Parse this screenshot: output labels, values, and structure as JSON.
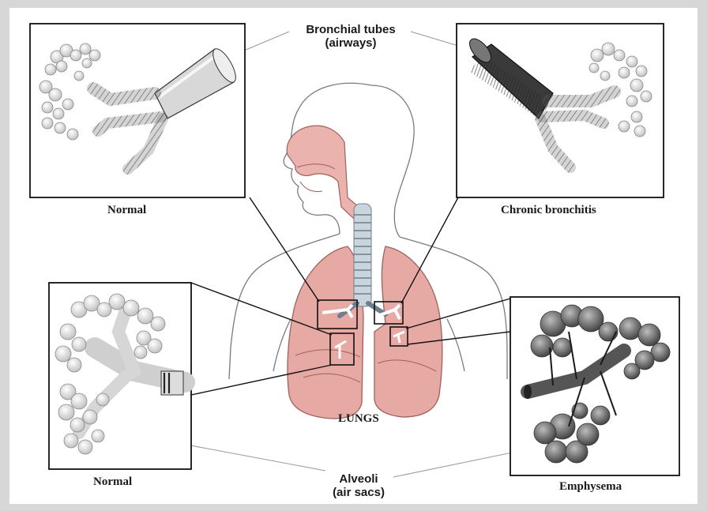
{
  "labels": {
    "bronchial_title": "Bronchial tubes",
    "bronchial_sub": "(airways)",
    "normal_airway": "Normal",
    "chronic": "Chronic bronchitis",
    "normal_alveoli": "Normal",
    "emphysema": "Emphysema",
    "lungs": "LUNGS",
    "alveoli_title": "Alveoli",
    "alveoli_sub": "(air sacs)"
  },
  "colors": {
    "lung_fill": "#e6a9a4",
    "lung_stroke": "#a0605c",
    "airway_fill": "#eab3ae",
    "trachea": "#c9d4dc",
    "background": "#d9d9d9",
    "panel": "#ffffff"
  }
}
